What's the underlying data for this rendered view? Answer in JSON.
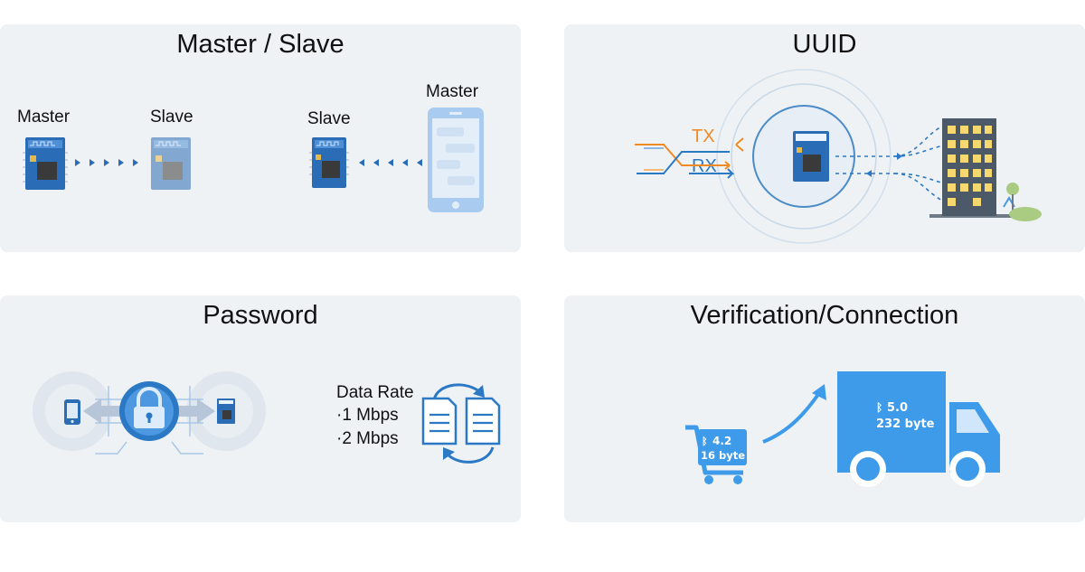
{
  "panels": {
    "master_slave": {
      "title": "Master / Slave",
      "labels": {
        "master_1": "Master",
        "slave_1": "Slave",
        "slave_2": "Slave",
        "master_2": "Master"
      }
    },
    "uuid": {
      "title": "UUID",
      "tx": "TX",
      "rx": "RX"
    },
    "password": {
      "title": "Password",
      "data_rate": {
        "heading": "Data Rate",
        "items": [
          "·1 Mbps",
          "·2 Mbps"
        ]
      }
    },
    "verification": {
      "title": "Verification/Connection",
      "cart": {
        "version": "4.2",
        "size": "16 byte"
      },
      "truck": {
        "version": "5.0",
        "size": "232 byte"
      }
    }
  },
  "colors": {
    "panel_bg": "#eef2f5",
    "module_blue": "#2a6cb6",
    "accent_blue": "#2b79c4",
    "light_blue": "#3d9be9",
    "tx_orange": "#f08a24"
  }
}
